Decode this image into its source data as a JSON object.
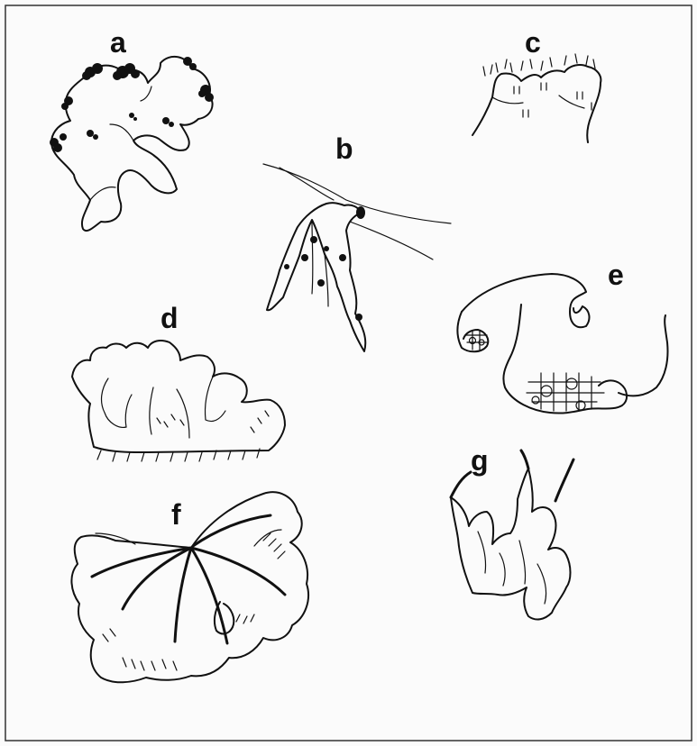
{
  "figure": {
    "panels": [
      {
        "id": "a",
        "label": "a"
      },
      {
        "id": "b",
        "label": "b"
      },
      {
        "id": "c",
        "label": "c"
      },
      {
        "id": "d",
        "label": "d"
      },
      {
        "id": "e",
        "label": "e"
      },
      {
        "id": "f",
        "label": "f"
      },
      {
        "id": "g",
        "label": "g"
      }
    ]
  }
}
